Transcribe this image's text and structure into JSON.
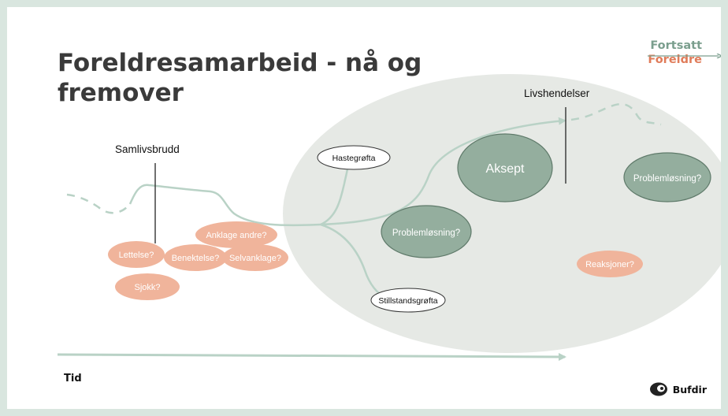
{
  "slide": {
    "title": "Foreldresamarbeid - nå og fremover",
    "logo": {
      "line1": "Fortsatt",
      "line2": "Foreldre"
    },
    "labels": {
      "samlivsbrudd": "Samlivsbrudd",
      "livshendelser": "Livshendelser",
      "tid": "Tid"
    },
    "brand": "Bufdir"
  },
  "bubbles": {
    "orange": [
      "Lettelse?",
      "Benektelse?",
      "Anklage andre?",
      "Selvanklage?",
      "Sjokk?",
      "Reaksjoner?"
    ],
    "green": [
      "Aksept",
      "Problemløsning?",
      "Problemløsning?"
    ],
    "outline": [
      "Hastegrøfta",
      "Stillstandsgrøfta"
    ]
  },
  "colors": {
    "frame": "#d9e6df",
    "zone": "#e6e9e5",
    "line": "#b9d2c6",
    "orange": "#f0b49b",
    "green": "#94ae9e",
    "title": "#3a3a3a",
    "logo_green": "#7a9e8d",
    "logo_orange": "#e07c5a"
  },
  "icons": {
    "brand": "bufdir-logo-icon",
    "logo": "fortsatt-foreldre-logo"
  }
}
